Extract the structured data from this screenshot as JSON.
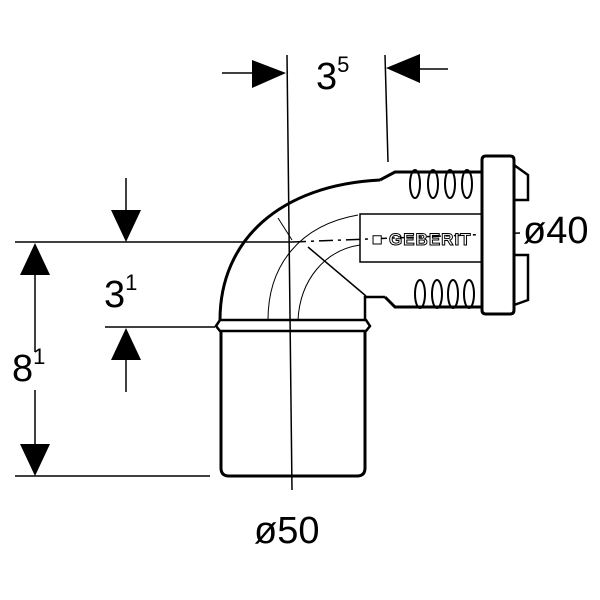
{
  "dimensions": {
    "top_width": {
      "main": "3",
      "sup": "5"
    },
    "outlet_diameter": "ø40",
    "inner_height": {
      "main": "3",
      "sup": "1"
    },
    "total_height": {
      "main": "8",
      "sup": "1"
    },
    "inlet_diameter": "ø50"
  },
  "logo_text": "GEBERIT"
}
